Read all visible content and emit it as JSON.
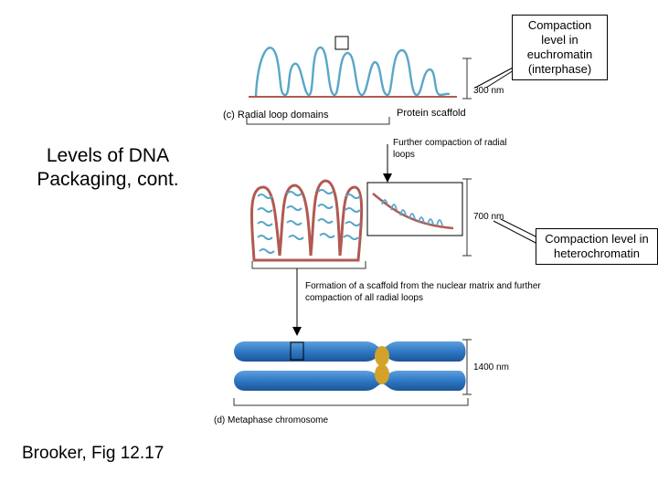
{
  "title": "Levels of DNA Packaging, cont.",
  "credit": "Brooker, Fig 12.17",
  "callouts": {
    "euchromatin": "Compaction level in euchromatin (interphase)",
    "heterochromatin": "Compaction level in heterochromatin"
  },
  "labels": {
    "radial_loop_domains": "(c) Radial loop domains",
    "protein_scaffold": "Protein scaffold",
    "further_compaction": "Further compaction of radial loops",
    "formation_scaffold": "Formation of a scaffold from the nuclear matrix and further compaction of all radial loops",
    "metaphase_chromosome": "(d) Metaphase chromosome"
  },
  "scale_bars": {
    "nm300": "300 nm",
    "nm700": "700 nm",
    "nm1400": "1400 nm"
  },
  "colors": {
    "loop": "#5aa6c8",
    "chromatid": "#2f78c4",
    "centromere": "#d2a22a",
    "scaffold": "#b05a52"
  }
}
